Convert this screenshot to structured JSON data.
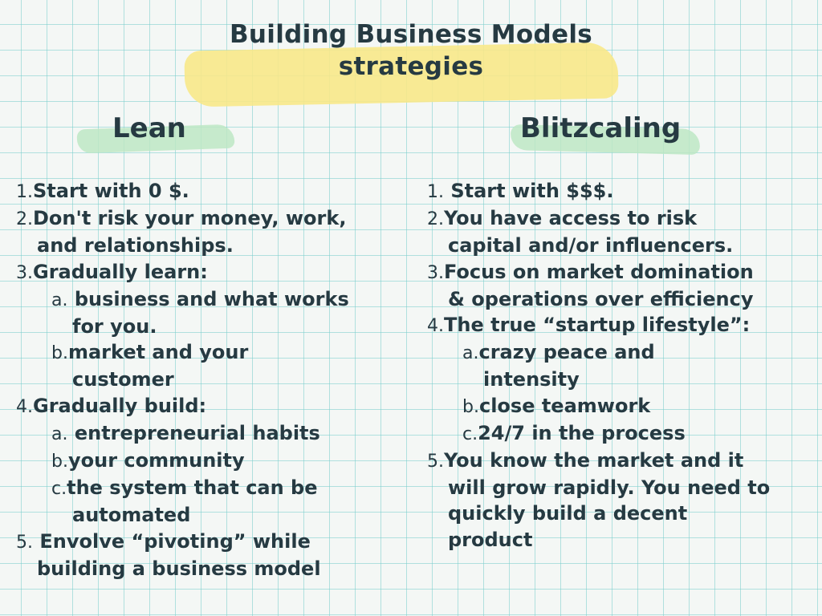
{
  "title": {
    "line1": "Building Business Models",
    "line2": "strategies"
  },
  "lean": {
    "heading": "Lean",
    "lines": [
      {
        "num": "1.",
        "text": "Start with 0 $.",
        "level": 0
      },
      {
        "num": "2.",
        "text": "Don't risk your money, work,",
        "level": 0
      },
      {
        "num": "",
        "text": "and relationships.",
        "level": 0,
        "cont": true
      },
      {
        "num": "3.",
        "text": "Gradually learn:",
        "level": 0
      },
      {
        "num": "a.",
        "text": " business and what works",
        "level": 1
      },
      {
        "num": "",
        "text": "for you.",
        "level": 1,
        "cont": true
      },
      {
        "num": "b.",
        "text": "market and your",
        "level": 1
      },
      {
        "num": "",
        "text": "customer",
        "level": 1,
        "cont": true
      },
      {
        "num": "4.",
        "text": "Gradually build:",
        "level": 0
      },
      {
        "num": "a.",
        "text": " entrepreneurial habits",
        "level": 1
      },
      {
        "num": "b.",
        "text": "your community",
        "level": 1
      },
      {
        "num": "c.",
        "text": "the system that can be",
        "level": 1
      },
      {
        "num": "",
        "text": "automated",
        "level": 1,
        "cont": true
      },
      {
        "num": "5.",
        "text": " Envolve “pivoting” while",
        "level": 0
      },
      {
        "num": "",
        "text": "building a business model",
        "level": 0,
        "cont": true
      }
    ]
  },
  "blitz": {
    "heading": "Blitzcaling",
    "lines": [
      {
        "num": "1.",
        "text": " Start with $$$.",
        "level": 0
      },
      {
        "num": "2.",
        "text": "You have access to risk",
        "level": 0
      },
      {
        "num": "",
        "text": "capital and/or influencers.",
        "level": 0,
        "cont": true
      },
      {
        "num": "3.",
        "text": "Focus on market domination",
        "level": 0
      },
      {
        "num": "",
        "text": "& operations over efficiency",
        "level": 0,
        "cont": true
      },
      {
        "num": "4.",
        "text": "The true “startup lifestyle”:",
        "level": 0
      },
      {
        "num": "a.",
        "text": "crazy peace and",
        "level": 1
      },
      {
        "num": "",
        "text": "intensity",
        "level": 1,
        "cont": true
      },
      {
        "num": "b.",
        "text": "close teamwork",
        "level": 1
      },
      {
        "num": "c.",
        "text": "24/7 in the process",
        "level": 1
      },
      {
        "num": "5.",
        "text": "You know the market and it",
        "level": 0
      },
      {
        "num": "",
        "text": "will grow rapidly. You need to",
        "level": 0,
        "cont": true
      },
      {
        "num": "",
        "text": "quickly build a decent",
        "level": 0,
        "cont": true
      },
      {
        "num": "",
        "text": "product",
        "level": 0,
        "cont": true
      }
    ]
  },
  "colors": {
    "ink": "#263a42",
    "grid": "#78cdcd",
    "title_highlight": "#f8e88a",
    "heading_highlight": "#bde7c4"
  }
}
